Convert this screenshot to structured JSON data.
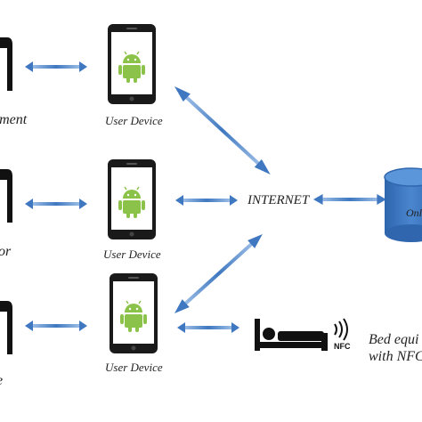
{
  "colors": {
    "arrow": "#3f78c0",
    "arrow_light": "#8fb4e3",
    "android": "#8bc34a",
    "phone": "#1a1a1a",
    "database": "#3c78c3"
  },
  "icons": {
    "phone": "smartphone-icon",
    "android": "android-logo-icon",
    "user": "user-silhouette-icon",
    "database": "database-cylinder-icon",
    "bed": "bed-icon",
    "nfc": "nfc-icon"
  },
  "labels": {
    "internet": "INTERNET",
    "user_device": "User Device",
    "left_row1": "ement",
    "left_row2": "or",
    "left_row3": "e",
    "database": "Onl",
    "bed_line1": "Bed equi",
    "bed_line2": "with NFC",
    "nfc": "NFC"
  }
}
